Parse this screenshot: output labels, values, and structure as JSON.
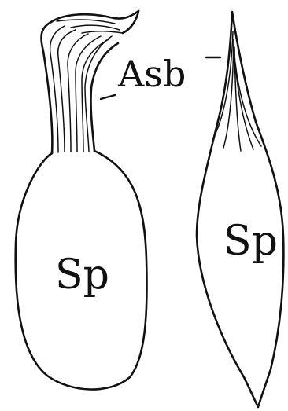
{
  "labels": {
    "asb": "Asb",
    "sp_left": "Sp",
    "sp_right": "Sp"
  }
}
